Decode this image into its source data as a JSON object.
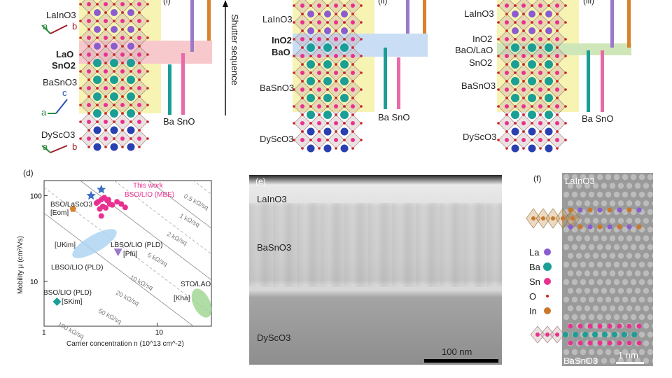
{
  "panels": {
    "i": {
      "tag": "(i)",
      "layers": [
        "LaInO3",
        "LaO",
        "SnO2",
        "BaSnO3",
        "DyScO3"
      ],
      "axes_top": {
        "a": "a",
        "b": "b"
      },
      "axes_mid": {
        "a": "a",
        "c": "c"
      },
      "axes_bot": {
        "a": "a",
        "b": "b"
      },
      "shutter_label": "Ba SnO",
      "sequence_label": "Shutter sequence"
    },
    "ii": {
      "tag": "(ii)",
      "layers": [
        "LaInO3",
        "InO2",
        "BaO",
        "BaSnO3",
        "DyScO3"
      ],
      "shutter_label": "Ba SnO"
    },
    "iii": {
      "tag": "(iii)",
      "layers": [
        "LaInO3",
        "InO2",
        "BaO/LaO",
        "SnO2",
        "BaSnO3",
        "DyScO3"
      ],
      "shutter_label": "Ba SnO"
    }
  },
  "panel_d": {
    "tag": "(d)",
    "this_work": "This work",
    "this_work_sub": "BSO/LIO (MBE)",
    "sheet_res_labels": [
      "0.5 kΩ/sq",
      "1 kΩ/sq",
      "2 kΩ/sq",
      "5 kΩ/sq",
      "10 kΩ/sq",
      "20 kΩ/sq",
      "50 kΩ/sq",
      "100 kΩ/sq"
    ],
    "refs": [
      {
        "name": "BSO/LaScO3",
        "cite": "[Eom]"
      },
      {
        "name": "LBSO/LIO (PLD)",
        "cite": "[UKim]"
      },
      {
        "name": "LBSO/LIO (PLD)",
        "cite": "[Pfü]"
      },
      {
        "name": "STO/LAO",
        "cite": "[Kha]"
      },
      {
        "name": "BSO/LIO (PLD)",
        "cite": "[SKim]"
      }
    ]
  },
  "chart_data": {
    "type": "scatter",
    "title": "",
    "xlabel": "Carrier concentration n (10^13 cm^-2)",
    "ylabel": "Mobility μ (cm²/Vs)",
    "xscale": "log",
    "yscale": "log",
    "xlim": [
      1,
      30
    ],
    "ylim": [
      3,
      150
    ],
    "x_ticks": [
      "1",
      "10"
    ],
    "y_ticks": [
      "10",
      "100"
    ],
    "series": [
      {
        "name": "BSO/LIO (MBE)",
        "marker": "circle",
        "color": "#e8318f",
        "x": [
          3.0,
          3.2,
          3.4,
          3.6,
          3.8,
          3.3,
          3.1,
          2.9,
          3.5,
          4.0,
          4.4,
          4.8,
          5.2,
          3.7,
          3.2
        ],
        "y": [
          85,
          90,
          95,
          88,
          80,
          75,
          70,
          82,
          72,
          78,
          85,
          80,
          73,
          90,
          58
        ]
      },
      {
        "name": "",
        "marker": "star",
        "color": "#3a6fc4",
        "x": [
          2.6,
          3.2
        ],
        "y": [
          100,
          118
        ]
      },
      {
        "name": "[Eom]",
        "marker": "pentagon",
        "color": "#d9822b",
        "x": [
          1.8
        ],
        "y": [
          70
        ]
      },
      {
        "name": "[Pfü]",
        "marker": "triangle",
        "color": "#9b79c9",
        "x": [
          4.5
        ],
        "y": [
          22
        ]
      },
      {
        "name": "[SKim]",
        "marker": "diamond",
        "color": "#1a9e96",
        "x": [
          1.3
        ],
        "y": [
          5.8
        ]
      }
    ]
  },
  "panel_e": {
    "tag": "(e)",
    "layers": [
      "LaInO3",
      "BaSnO3",
      "DyScO3"
    ],
    "scale_bar": "100 nm"
  },
  "panel_f": {
    "tag": "(f)",
    "top_label": "LaInO3",
    "bottom_label": "BaSnO3",
    "scale_bar": "1 nm",
    "legend": [
      {
        "label": "La",
        "color": "#8a5ccf"
      },
      {
        "label": "Ba",
        "color": "#1a9e96"
      },
      {
        "label": "Sn",
        "color": "#e8318f"
      },
      {
        "label": "O",
        "color": "#cc2222"
      },
      {
        "label": "In",
        "color": "#c9772b"
      }
    ]
  }
}
